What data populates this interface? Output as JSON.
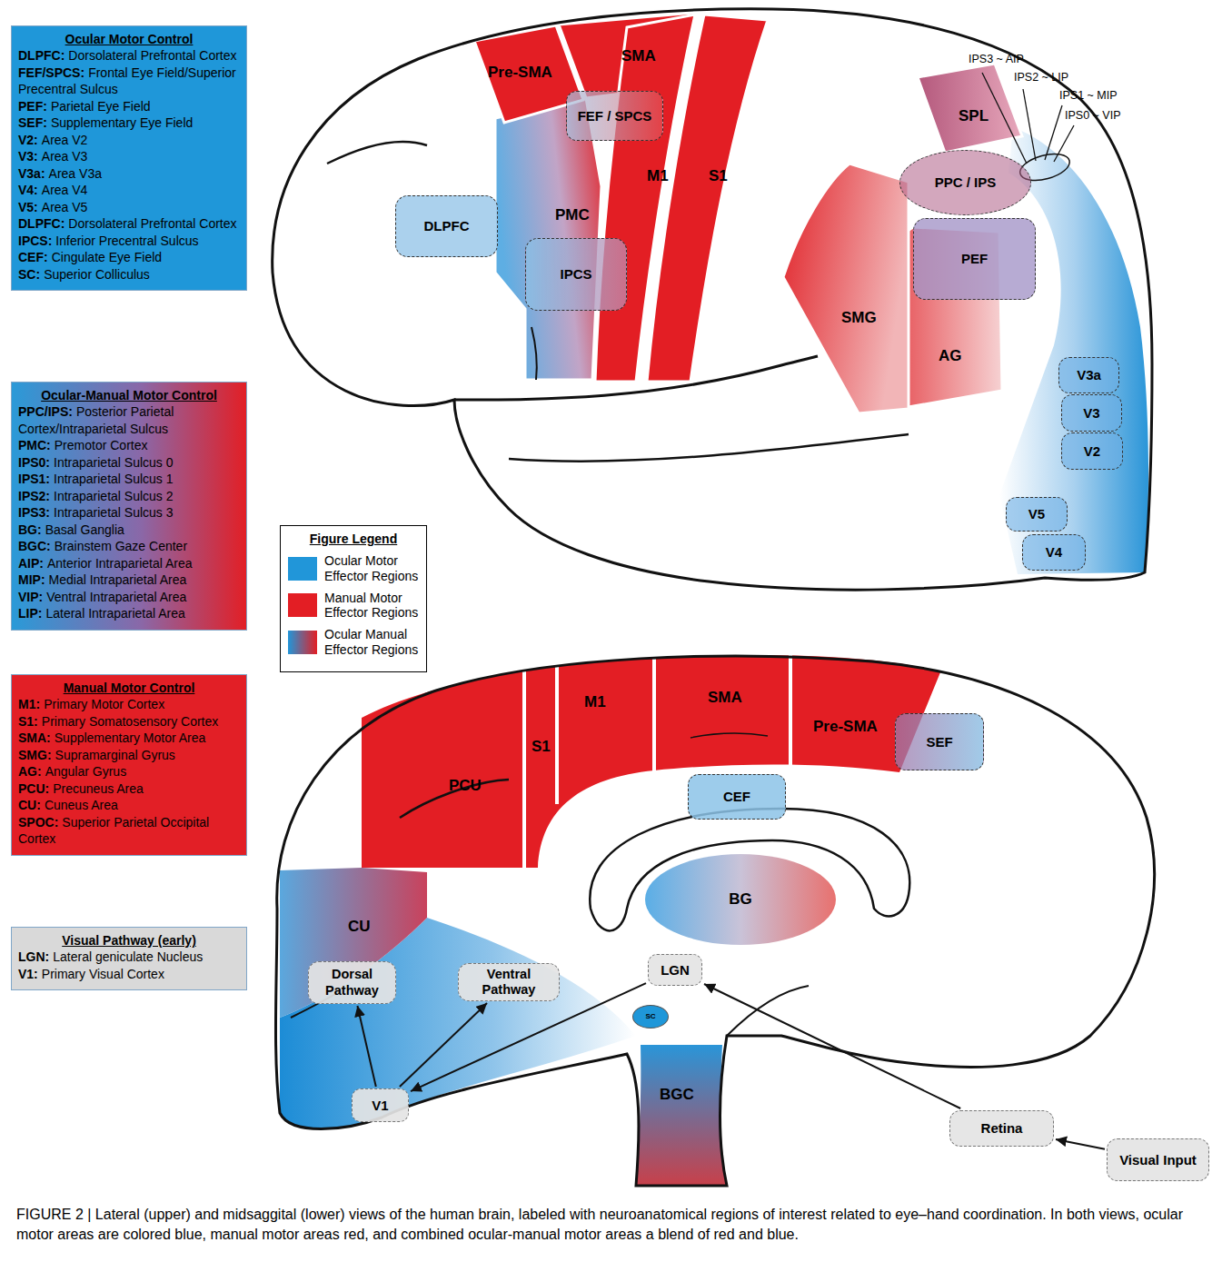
{
  "diagram": {
    "caption": "FIGURE 2 | Lateral (upper) and midsaggital (lower) views of the human brain, labeled with neuroanatomical regions of interest related to eye–hand coordination. In both views, ocular motor areas are colored blue, manual motor areas red, and combined ocular-manual motor areas a blend of red and blue.",
    "nodes": [
      {
        "text": [
          "Ocular Motor Control",
          "DLPFC:",
          "Dorsolateral Prefrontal Cortex",
          "FEF/SPCS:",
          "Frontal Eye Field/Superior Precentral Sulcus",
          "PEF:",
          "Parietal Eye Field",
          "SEF:",
          "Supplementary Eye Field",
          "V2:",
          "Area V2",
          "V3:",
          "Area V3",
          "V3a:",
          "Area V3a",
          "V4:",
          "Area V4",
          "V5:",
          "Area V5",
          "DLPFC:",
          "Dorsolateral Prefrontal Cortex",
          "IPCS:",
          "Inferior Precentral Sulcus",
          "CEF:",
          "Cingulate Eye Field",
          "SC:",
          "Superior Colliculus"
        ]
      },
      {
        "text": [
          "Ocular-Manual Motor Control",
          "PPC/IPS:",
          "Posterior Parietal Cortex/Intraparietal Sulcus",
          "PMC:",
          "Premotor Cortex",
          "IPS0:",
          "Intraparietal Sulcus 0",
          "IPS1:",
          "Intraparietal Sulcus 1",
          "IPS2:",
          "Intraparietal Sulcus 2",
          "IPS3:",
          "Intraparietal Sulcus 3",
          "BG:",
          "Basal Ganglia",
          "BGC:",
          "Brainstem Gaze Center",
          "AIP:",
          "Anterior Intraparietal Area",
          "MIP:",
          "Medial Intraparietal Area",
          "VIP:",
          "Ventral Intraparietal Area",
          "LIP:",
          "Lateral Intraparietal Area"
        ]
      },
      {
        "text": [
          "Manual Motor Control",
          "M1:",
          "Primary Motor Cortex",
          "S1:",
          "Primary Somatosensory Cortex",
          "SMA:",
          "Supplementary Motor Area",
          "SMG:",
          "Supramarginal Gyrus",
          "AG:",
          "Angular Gyrus",
          "PCU:",
          "Precuneus Area",
          "CU:",
          "Cuneus Area",
          "SPOC:",
          "Superior Parietal Occipital Cortex"
        ]
      },
      {
        "text": [
          "Visual Pathway (early)",
          "LGN:",
          "Lateral geniculate Nucleus",
          "V1:",
          "Primary Visual Cortex"
        ]
      },
      {
        "text": [
          "Pre-SMA"
        ]
      },
      {
        "text": [
          "SMA"
        ]
      },
      {
        "text": [
          "FEF / SPCS"
        ]
      },
      {
        "text": [
          "M1"
        ]
      },
      {
        "text": [
          "S1"
        ]
      },
      {
        "text": [
          "SPL"
        ]
      },
      {
        "text": [
          "PPC / IPS"
        ]
      },
      {
        "text": [
          "DLPFC"
        ]
      },
      {
        "text": [
          "PMC"
        ]
      },
      {
        "text": [
          "IPCS"
        ]
      },
      {
        "text": [
          "PEF"
        ]
      },
      {
        "text": [
          "SMG"
        ]
      },
      {
        "text": [
          "AG"
        ]
      },
      {
        "text": [
          "V3a"
        ]
      },
      {
        "text": [
          "V3"
        ]
      },
      {
        "text": [
          "V2"
        ]
      },
      {
        "text": [
          "V5"
        ]
      },
      {
        "text": [
          "V4"
        ]
      },
      {
        "text": [
          "S1"
        ]
      },
      {
        "text": [
          "M1"
        ]
      },
      {
        "text": [
          "SMA"
        ]
      },
      {
        "text": [
          "Pre-SMA"
        ]
      },
      {
        "text": [
          "PCU"
        ]
      },
      {
        "text": [
          "SEF"
        ]
      },
      {
        "text": [
          "CEF"
        ]
      },
      {
        "text": [
          "BG"
        ]
      },
      {
        "text": [
          "CU"
        ]
      },
      {
        "text": [
          "Dorsal Pathway"
        ]
      },
      {
        "text": [
          "Ventral Pathway"
        ]
      },
      {
        "text": [
          "LGN"
        ]
      },
      {
        "text": [
          "SC"
        ]
      },
      {
        "text": [
          "V1"
        ]
      },
      {
        "text": [
          "BGC"
        ]
      },
      {
        "text": [
          "Retina"
        ]
      },
      {
        "text": [
          "Visual Input"
        ]
      }
    ],
    "edges": [
      {
        "from": 38,
        "to": 37,
        "arrow": "to"
      },
      {
        "from": 37,
        "to": 33,
        "arrow": "to"
      },
      {
        "from": 33,
        "to": 35,
        "arrow": "to"
      },
      {
        "from": 35,
        "to": 32,
        "arrow": "to"
      },
      {
        "from": 35,
        "to": 31,
        "arrow": "to"
      }
    ],
    "labels": [
      "IPS3 ~ AIP",
      "IPS2 ~ LIP",
      "IPS1 ~ MIP",
      "IPS0 ~ VIP",
      "Figure Legend"
    ],
    "legend": [
      {
        "text": "Ocular Motor Effector Regions",
        "color": "#2196d9"
      },
      {
        "text": "Manual Motor Effector Regions",
        "color": "#e31e24"
      },
      {
        "text": "Ocular Manual Effector Regions"
      }
    ]
  }
}
